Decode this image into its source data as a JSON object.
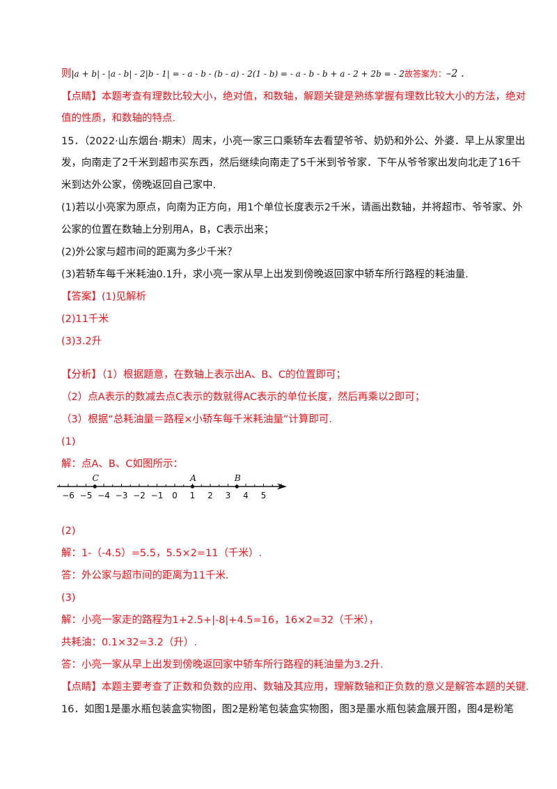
{
  "top": {
    "prefix": "则",
    "formula": "|a + b| - |a - b| - 2|b - 1| = - a - b - (b - a) - 2(1 - b) = - a - b - b + a - 2 + 2b = - 2",
    "answer_lead": "故答案为：",
    "answer_value": "–2 ."
  },
  "tip1": {
    "line1": "【点睛】本题考查有理数比较大小，绝对值，和数轴，解题关键是熟练掌握有理数比较大小的方法，绝对",
    "line2": "值的性质，和数轴的特点."
  },
  "q15": {
    "line1": "15．（2022·山东烟台·期末）周末，小亮一家三口乘轿车去看望爷爷、奶奶和外公、外婆．早上从家里出",
    "line2": "发，向南走了2千米到超市买东西，然后继续向南走了5千米到爷爷家．下午从爷爷家出发向北走了16千",
    "line3": "米到达外公家，傍晚返回自己家中.",
    "p1a": "(1)若以小亮家为原点，向南为正方向，用1个单位长度表示2千米，请画出数轴，并将超市、爷爷家、外",
    "p1b": "公家的位置在数轴上分别用A，B，C表示出来；",
    "p2": "(2)外公家与超市间的距离为多少千米？",
    "p3": "(3)若轿车每千米耗油0.1升，求小亮一家从早上出发到傍晚返回家中轿车所行路程的耗油量."
  },
  "answer": {
    "a1": "【答案】(1)见解析",
    "a2": "(2)11千米",
    "a3": "(3)3.2升"
  },
  "analysis": {
    "l1": "【分析】（1）根据题意，在数轴上表示出A、B、C的位置即可；",
    "l2": "（2）点A表示的数减去点C表示的数就得AC表示的单位长度，然后再乘以2即可；",
    "l3": "（3）根据“总耗油量＝路程×小轿车每千米耗油量”计算即可."
  },
  "sol1": {
    "head": "(1)",
    "text": "解：点A、B、C如图所示："
  },
  "number_line": {
    "ticks": [
      "−6",
      "−5",
      "−4",
      "−3",
      "−2",
      "−1",
      "0",
      "1",
      "2",
      "3",
      "4",
      "5"
    ],
    "tick_values": [
      -6,
      -5,
      -4,
      -3,
      -2,
      -1,
      0,
      1,
      2,
      3,
      4,
      5
    ],
    "points": [
      {
        "label": "C",
        "value": -4.5
      },
      {
        "label": "A",
        "value": 1
      },
      {
        "label": "B",
        "value": 3.5
      }
    ]
  },
  "sol2": {
    "head": "(2)",
    "text": "解：1-（-4.5）=5.5，5.5×2=11（千米）.",
    "ans": "答：外公家与超市间的距离为11千米."
  },
  "sol3": {
    "head": "(3)",
    "text": "解：小亮一家走的路程为1+2.5+|-8|+4.5=16，16×2=32（千米），",
    "oil": "共耗油：0.1×32=3.2（升）.",
    "ans": "答：小亮一家从早上出发到傍晚返回家中轿车所行路程的耗油量为3.2升."
  },
  "tip2": {
    "line": "【点睛】本题主要考查了正数和负数的应用、数轴及其应用，理解数轴和正负数的意义是解答本题的关键."
  },
  "q16": {
    "line": "16．如图1是墨水瓶包装盒实物图，图2是粉笔包装盒实物图，图3是墨水瓶包装盒展开图，图4是粉笔"
  }
}
